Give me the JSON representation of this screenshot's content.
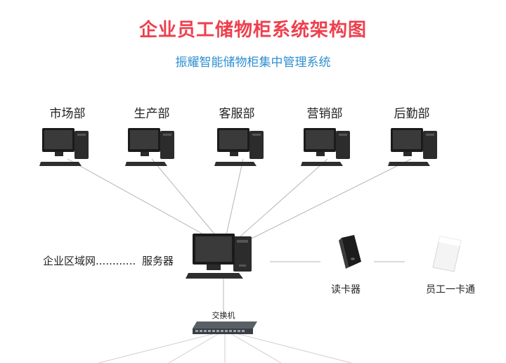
{
  "header": {
    "title": "企业员工储物柜系统架构图",
    "subtitle": "振耀智能储物柜集中管理系统"
  },
  "departments": [
    {
      "label": "市场部"
    },
    {
      "label": "生产部"
    },
    {
      "label": "客服部"
    },
    {
      "label": "营销部"
    },
    {
      "label": "后勤部"
    }
  ],
  "server": {
    "network_label": "企业区域网",
    "dots": "............",
    "label": "服务器"
  },
  "devices": {
    "card_reader_label": "读卡器",
    "employee_card_label": "员工一卡通",
    "switch_label": "交换机"
  },
  "colors": {
    "title": "#ee3f4d",
    "subtitle": "#2f8fd1",
    "connector": "#b5b5b5"
  }
}
